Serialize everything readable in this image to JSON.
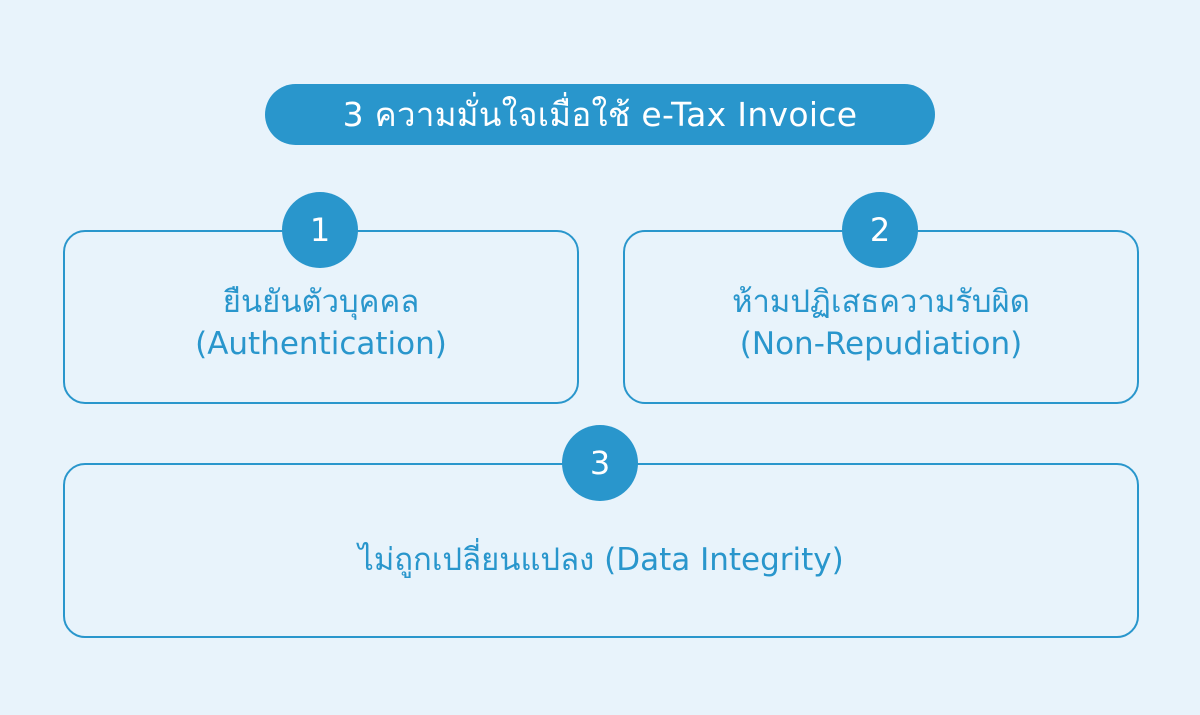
{
  "title": "3 ความมั่นใจเมื่อใช้ e-Tax Invoice",
  "colors": {
    "background": "#e8f3fb",
    "accent": "#2996cc",
    "badge_text": "#ffffff"
  },
  "items": [
    {
      "number": "1",
      "thai": "ยืนยันตัวบุคคล",
      "english": "(Authentication)"
    },
    {
      "number": "2",
      "thai": "ห้ามปฏิเสธความรับผิด",
      "english": "(Non-Repudiation)"
    },
    {
      "number": "3",
      "thai": "ไม่ถูกเปลี่ยนแปลง (Data Integrity)"
    }
  ]
}
